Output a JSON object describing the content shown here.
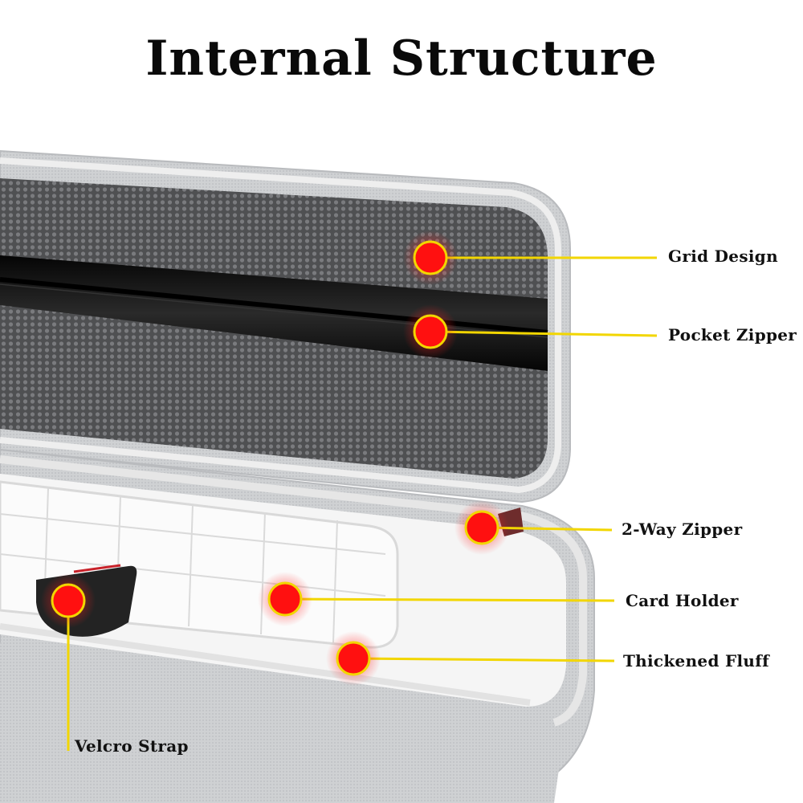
{
  "title": "Internal Structure",
  "colors": {
    "callout_line": "#f2d600",
    "marker_fill": "#ff1010",
    "marker_ring": "#f2d600",
    "case_shell": "#d4d6d8",
    "mesh": "#5a5a5c",
    "zipper": "#141414",
    "lining": "#f4f4f4"
  },
  "callouts": [
    {
      "id": "grid-design",
      "label": "Grid Design"
    },
    {
      "id": "pocket-zipper",
      "label": "Pocket Zipper"
    },
    {
      "id": "2-way-zipper",
      "label": "2-Way Zipper"
    },
    {
      "id": "card-holder",
      "label": "Card Holder"
    },
    {
      "id": "thickened-fluff",
      "label": "Thickened Fluff"
    },
    {
      "id": "velcro-strap",
      "label": "Velcro Strap"
    }
  ]
}
